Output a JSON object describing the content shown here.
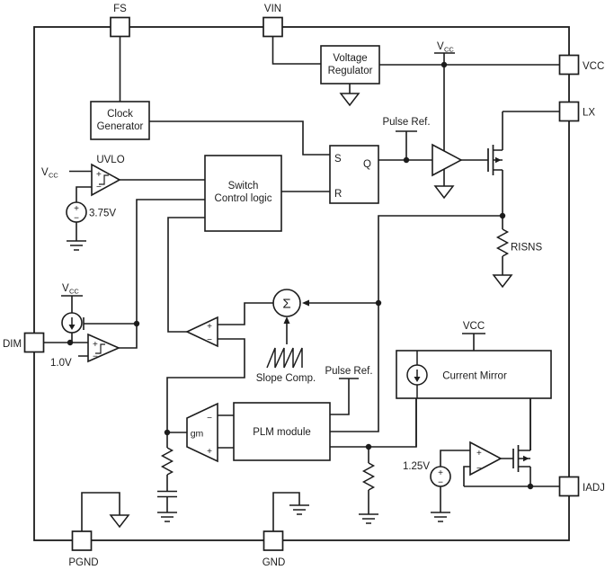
{
  "colors": {
    "line": "#1c1c1c",
    "background": "#ffffff"
  },
  "pins": {
    "fs": "FS",
    "vin": "VIN",
    "vcc": "VCC",
    "lx": "LX",
    "iadj": "IADJ",
    "dim": "DIM",
    "pgnd": "PGND",
    "gnd": "GND"
  },
  "blocks": {
    "voltage_regulator": {
      "line1": "Voltage",
      "line2": "Regulator"
    },
    "clock_generator": {
      "line1": "Clock",
      "line2": "Generator"
    },
    "switch_control": {
      "line1": "Switch",
      "line2": "Control logic"
    },
    "sr_latch": {
      "s": "S",
      "q": "Q",
      "r": "R"
    },
    "plm_module": {
      "label": "PLM module"
    },
    "current_mirror": {
      "label": "Current Mirror"
    },
    "gm_amp": {
      "label": "gm"
    }
  },
  "labels": {
    "uvlo": "UVLO",
    "pulse_ref": "Pulse Ref.",
    "slope_comp": "Slope Comp.",
    "risns": "RISNS",
    "sigma": "Σ",
    "vcc_symbol": {
      "base": "V",
      "sub": "CC"
    },
    "vcc_plain": "VCC",
    "v_3_75": "3.75V",
    "v_1_0": "1.0V",
    "v_1_25": "1.25V",
    "plus": "+",
    "minus": "−"
  }
}
